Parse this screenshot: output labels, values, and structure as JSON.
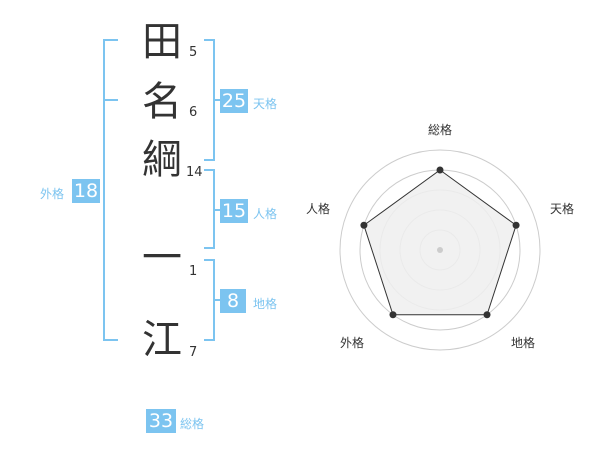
{
  "name": {
    "characters": [
      {
        "char": "田",
        "strokes": "5"
      },
      {
        "char": "名",
        "strokes": "6"
      },
      {
        "char": "綱",
        "strokes": "14"
      },
      {
        "char": "一",
        "strokes": "1"
      },
      {
        "char": "江",
        "strokes": "7"
      }
    ]
  },
  "fortunes": {
    "tenkaku": {
      "value": "25",
      "label": "天格"
    },
    "jinkaku": {
      "value": "15",
      "label": "人格"
    },
    "chikaku": {
      "value": "8",
      "label": "地格"
    },
    "gaikaku": {
      "value": "18",
      "label": "外格"
    },
    "soukaku": {
      "value": "33",
      "label": "総格"
    }
  },
  "radar": {
    "axes": [
      "総格",
      "天格",
      "地格",
      "外格",
      "人格"
    ],
    "levels": [
      0.8,
      0.8,
      0.8,
      0.8,
      0.8
    ]
  },
  "colors": {
    "accent": "#7cc4f0",
    "text": "#333333",
    "polygon_fill": "#eeeeee",
    "grid": "#cccccc"
  }
}
